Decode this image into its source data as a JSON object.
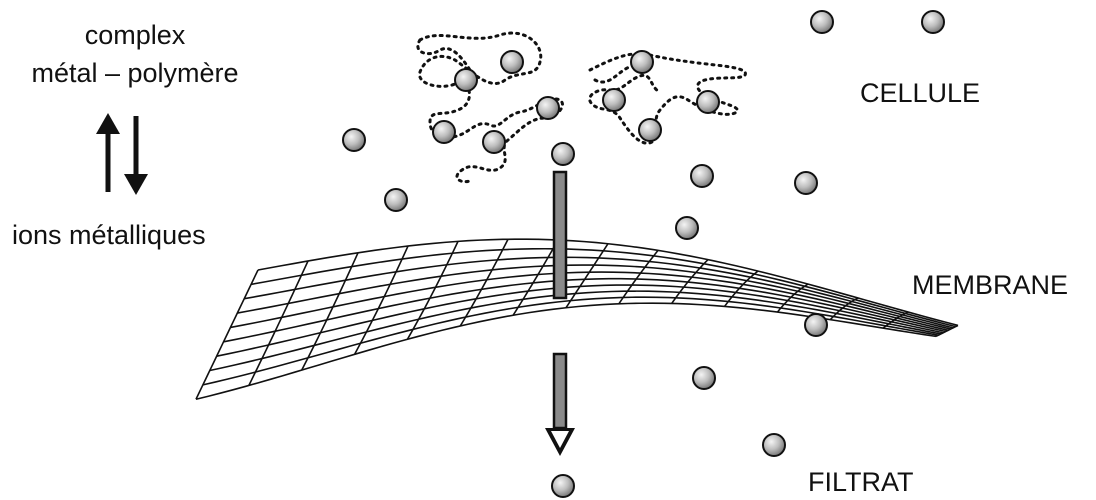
{
  "labels": {
    "complex_line1": "complex",
    "complex_line2": "métal – polymère",
    "ions": "ions métalliques",
    "cellule": "CELLULE",
    "membrane": "MEMBRANE",
    "filtrat": "FILTRAT"
  },
  "colors": {
    "ink": "#111111",
    "ion_fill": "#bdbdbd",
    "ion_highlight": "#f4f4f4",
    "membrane_stroke": "#111111",
    "pipe_fill": "#8a8a8a"
  },
  "icons": {
    "equilibrium": "up-down-equilibrium-arrows-icon",
    "ion": "metal-ion-sphere-icon",
    "polymer": "dotted-polymer-chain-icon",
    "membrane": "mesh-membrane-icon",
    "filtration_arrow": "down-arrow-icon"
  }
}
